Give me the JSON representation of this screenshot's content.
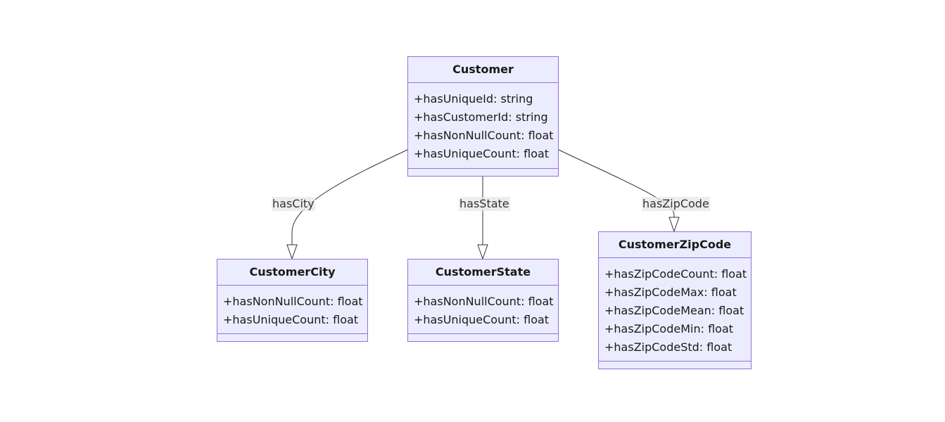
{
  "classes": {
    "customer": {
      "name": "Customer",
      "attributes": [
        "+hasUniqueId: string",
        "+hasCustomerId: string",
        "+hasNonNullCount: float",
        "+hasUniqueCount: float"
      ]
    },
    "city": {
      "name": "CustomerCity",
      "attributes": [
        "+hasNonNullCount: float",
        "+hasUniqueCount: float"
      ]
    },
    "state": {
      "name": "CustomerState",
      "attributes": [
        "+hasNonNullCount: float",
        "+hasUniqueCount: float"
      ]
    },
    "zip": {
      "name": "CustomerZipCode",
      "attributes": [
        "+hasZipCodeCount: float",
        "+hasZipCodeMax: float",
        "+hasZipCodeMean: float",
        "+hasZipCodeMin: float",
        "+hasZipCodeStd: float"
      ]
    }
  },
  "relations": {
    "city": "hasCity",
    "state": "hasState",
    "zip": "hasZipCode"
  },
  "colors": {
    "box_fill": "#ECECFF",
    "box_stroke": "#9370DB",
    "edge": "#333333"
  }
}
